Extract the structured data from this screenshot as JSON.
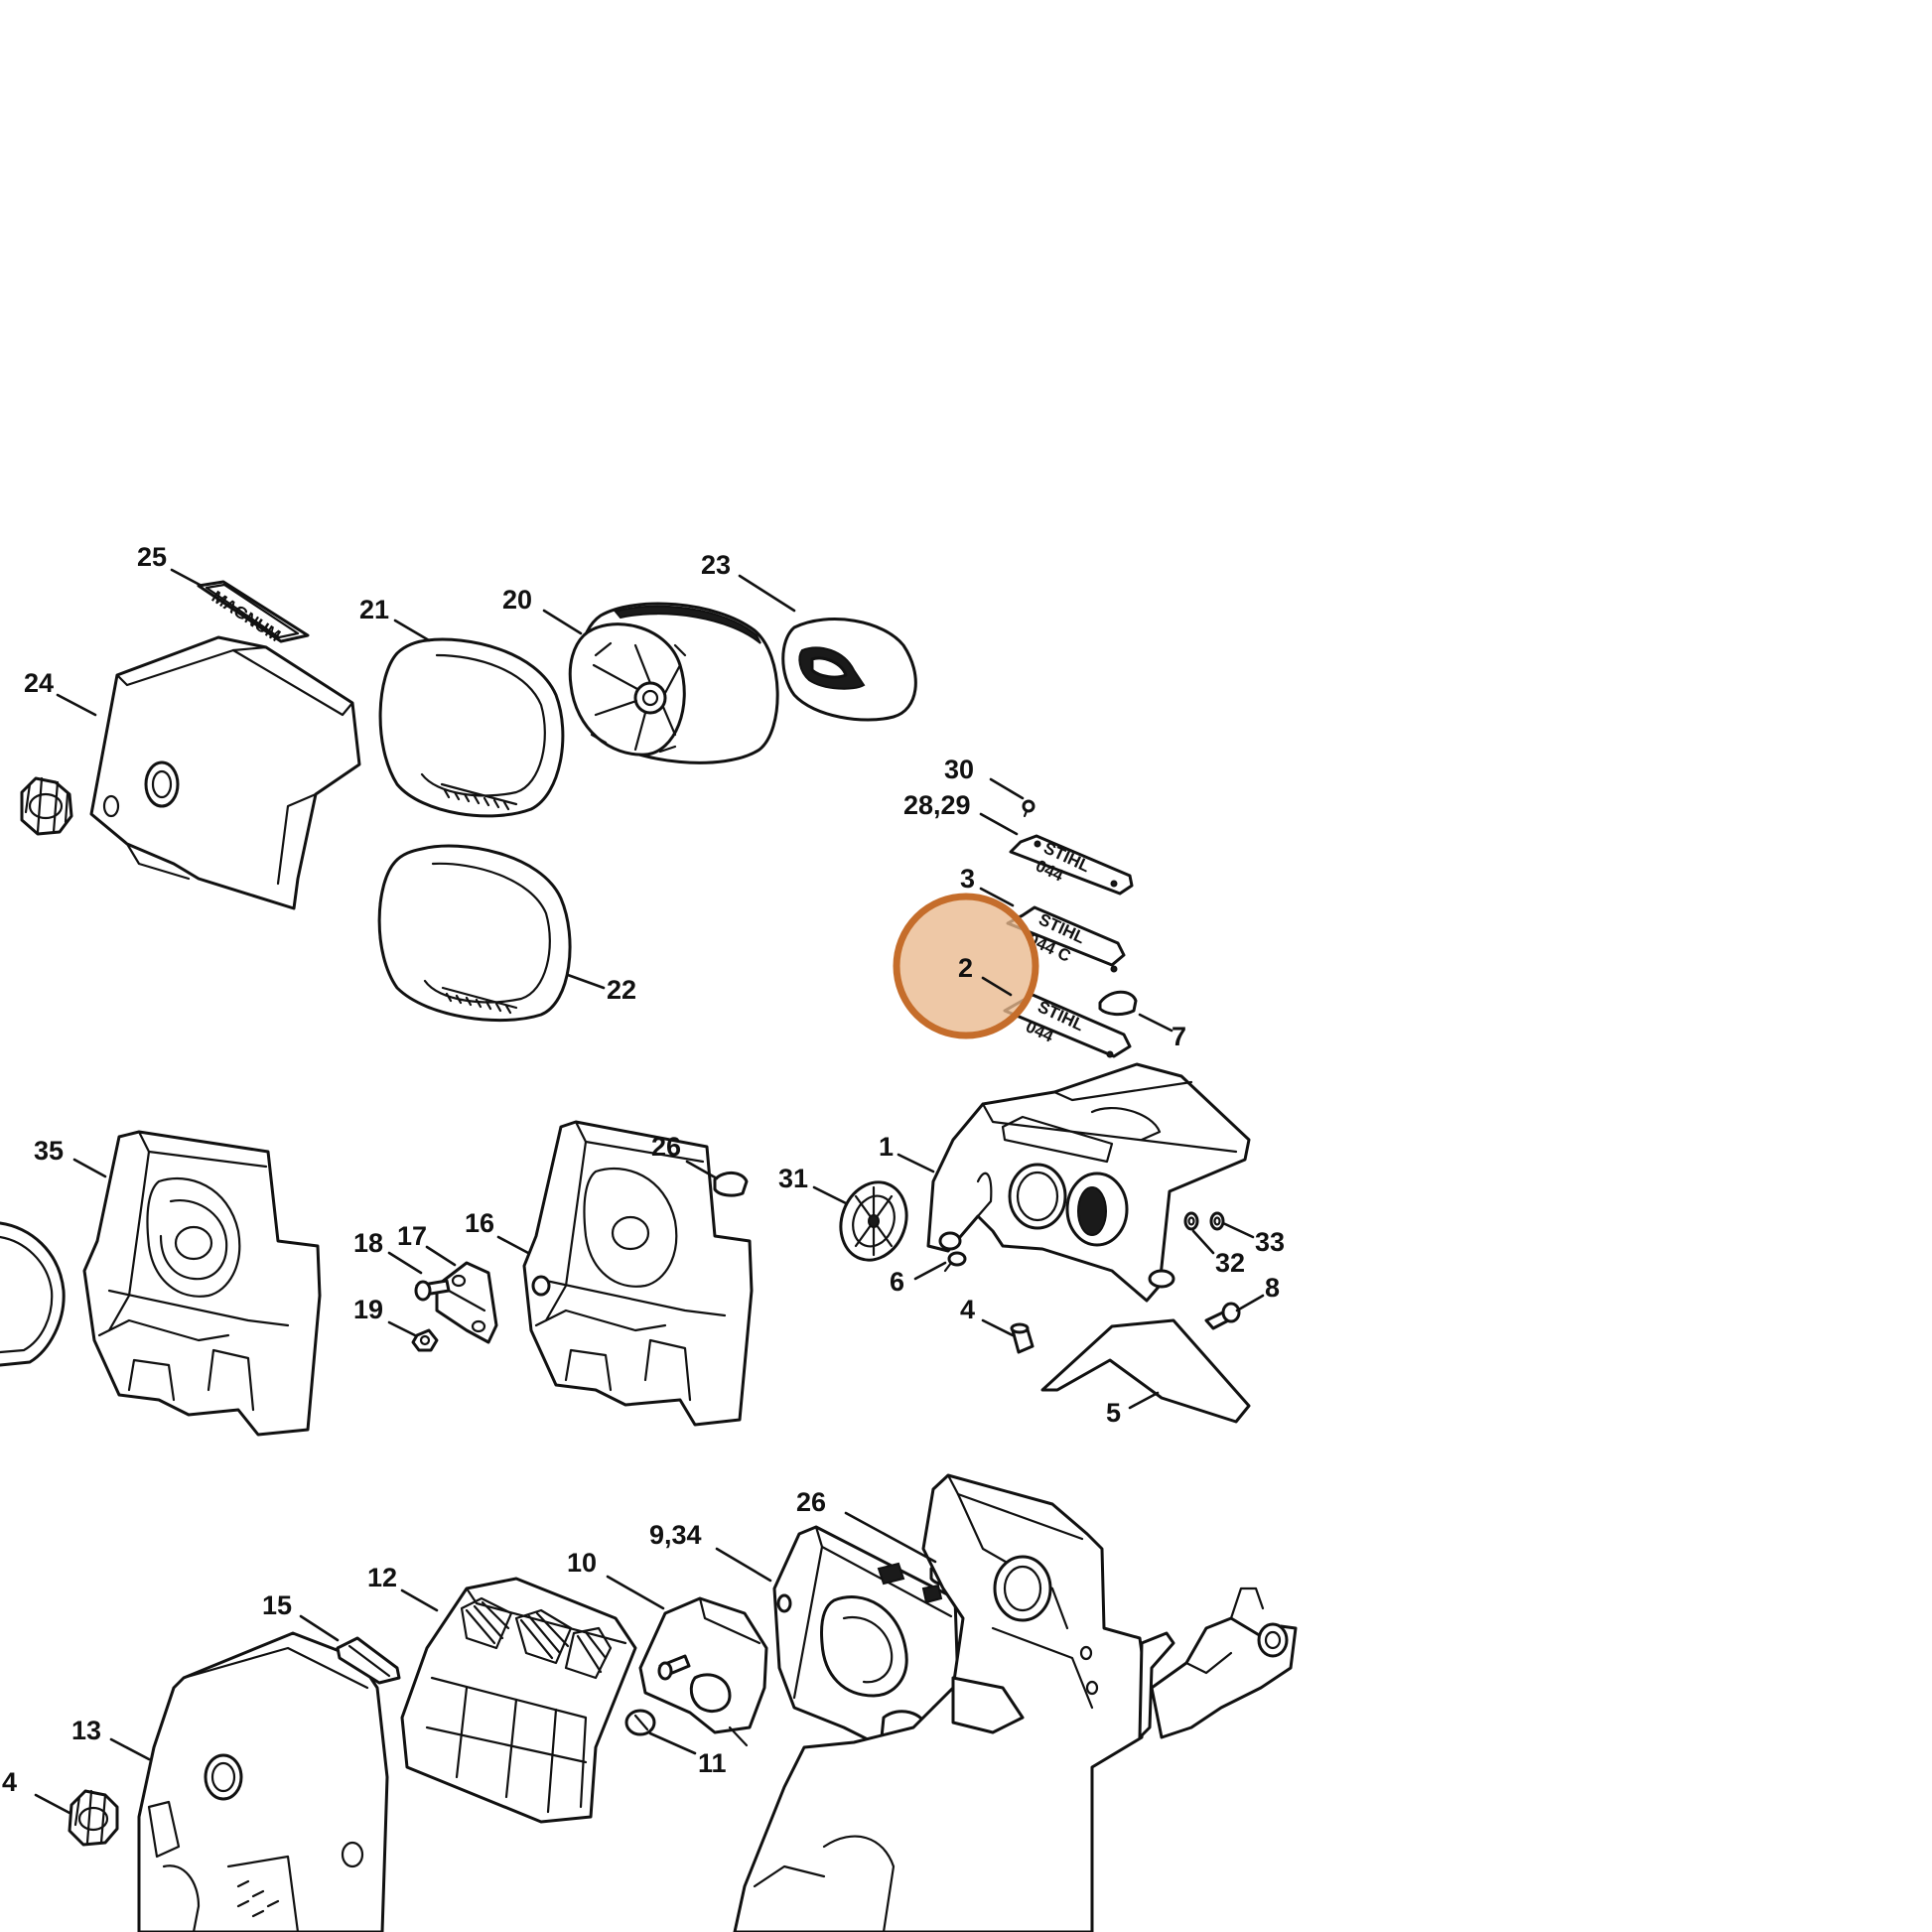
{
  "diagram": {
    "highlight_color": "#e9b88d",
    "highlight_stroke_color": "#c56d2b",
    "highlighted_callout": "2",
    "callouts": [
      {
        "id": "c25",
        "label": "25"
      },
      {
        "id": "c24",
        "label": "24"
      },
      {
        "id": "c21",
        "label": "21"
      },
      {
        "id": "c20",
        "label": "20"
      },
      {
        "id": "c23",
        "label": "23"
      },
      {
        "id": "c22",
        "label": "22"
      },
      {
        "id": "c30",
        "label": "30"
      },
      {
        "id": "c2829",
        "label": "28,29"
      },
      {
        "id": "c3",
        "label": "3"
      },
      {
        "id": "c2",
        "label": "2"
      },
      {
        "id": "c7",
        "label": "7"
      },
      {
        "id": "c35",
        "label": "35"
      },
      {
        "id": "c26a",
        "label": "26"
      },
      {
        "id": "c1",
        "label": "1"
      },
      {
        "id": "c31",
        "label": "31"
      },
      {
        "id": "c18",
        "label": "18"
      },
      {
        "id": "c17",
        "label": "17"
      },
      {
        "id": "c16",
        "label": "16"
      },
      {
        "id": "c19",
        "label": "19"
      },
      {
        "id": "c6",
        "label": "6"
      },
      {
        "id": "c4a",
        "label": "4"
      },
      {
        "id": "c33",
        "label": "33"
      },
      {
        "id": "c32",
        "label": "32"
      },
      {
        "id": "c8",
        "label": "8"
      },
      {
        "id": "c5",
        "label": "5"
      },
      {
        "id": "c26b",
        "label": "26"
      },
      {
        "id": "c934",
        "label": "9,34"
      },
      {
        "id": "c12",
        "label": "12"
      },
      {
        "id": "c10",
        "label": "10"
      },
      {
        "id": "c15",
        "label": "15"
      },
      {
        "id": "c13",
        "label": "13"
      },
      {
        "id": "c11",
        "label": "11"
      },
      {
        "id": "c4b",
        "label": "4"
      }
    ],
    "decals": {
      "magnum": "MAGNUM",
      "stihl_a": "STIHL",
      "model_a": "044",
      "stihl_b": "STIHL",
      "model_b": "044 C",
      "stihl_c": "STIHL",
      "model_c": "044"
    }
  }
}
